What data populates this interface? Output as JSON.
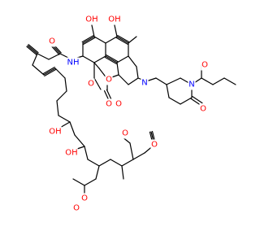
{
  "diagram": {
    "type": "chemical-structure",
    "colors": {
      "bond": "#000000",
      "oxygen": "#ff0000",
      "nitrogen": "#0000ff",
      "background": "#ffffff"
    },
    "atom_labels": [
      {
        "id": "oh-top-left",
        "text": "OH",
        "element": "O"
      },
      {
        "id": "oh-top-right",
        "text": "OH",
        "element": "O"
      },
      {
        "id": "o-amide",
        "text": "O",
        "element": "O"
      },
      {
        "id": "nh-amide",
        "text": "NH",
        "element": "N"
      },
      {
        "id": "o-furan",
        "text": "O",
        "element": "O"
      },
      {
        "id": "o-ring",
        "text": "O",
        "element": "O"
      },
      {
        "id": "o-ketone-1",
        "text": "O",
        "element": "O"
      },
      {
        "id": "o-ketone-2",
        "text": "O",
        "element": "O"
      },
      {
        "id": "n-spiro",
        "text": "N",
        "element": "N"
      },
      {
        "id": "n-piperazine",
        "text": "N",
        "element": "N"
      },
      {
        "id": "o-carbamate-carbonyl",
        "text": "O",
        "element": "O"
      },
      {
        "id": "o-carbamate-ester",
        "text": "O",
        "element": "O"
      },
      {
        "id": "oh-mid-1",
        "text": "OH",
        "element": "O"
      },
      {
        "id": "oh-mid-2",
        "text": "OH",
        "element": "O"
      },
      {
        "id": "o-methoxy",
        "text": "O",
        "element": "O"
      },
      {
        "id": "o-vinyl-ether",
        "text": "O",
        "element": "O"
      },
      {
        "id": "o-acetyl-ester",
        "text": "O",
        "element": "O"
      },
      {
        "id": "o-acetyl-carbonyl",
        "text": "O",
        "element": "O"
      }
    ]
  }
}
